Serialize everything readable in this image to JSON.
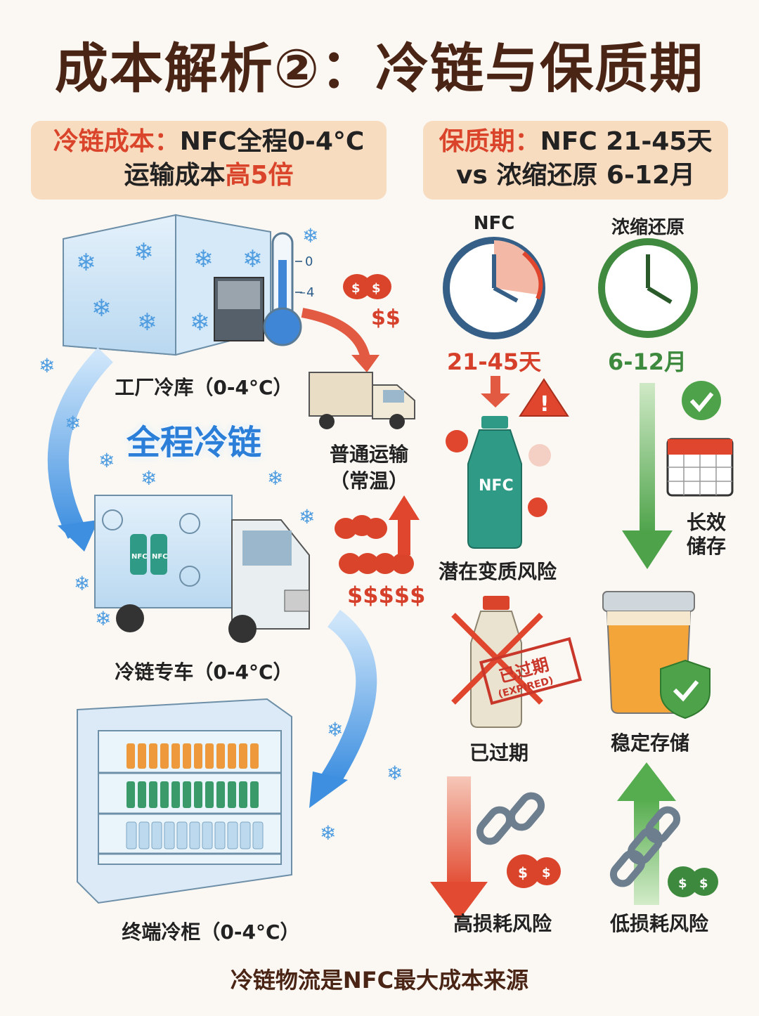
{
  "title": "成本解析②：冷链与保质期",
  "left_box": {
    "prefix": "冷链成本：",
    "line1_rest": "NFC全程0-4°C",
    "line2_plain": "运输成本",
    "line2_highlight": "高5倍"
  },
  "right_box": {
    "prefix": "保质期：",
    "line1_rest": "NFC 21-45天",
    "line2": "vs 浓缩还原 6-12月"
  },
  "left_flow": {
    "factory_label": "工厂冷库（0-4°C）",
    "thermo_ticks": [
      "0",
      "4"
    ],
    "cheap_cost": "$$",
    "normal_transport_label_1": "普通运输",
    "normal_transport_label_2": "（常温）",
    "full_cold_chain": "全程冷链",
    "truck_label": "冷链专车（0-4°C）",
    "expensive_cost": "$$$$$",
    "cabinet_label": "终端冷柜（0-4°C）",
    "bottle_text": "NFC"
  },
  "right_flow": {
    "nfc_heading": "NFC",
    "concentrate_heading": "浓缩还原",
    "nfc_shelf": "21-45天",
    "concentrate_shelf": "6-12月",
    "spoil_risk": "潜在变质风险",
    "long_storage_1": "长效",
    "long_storage_2": "储存",
    "expired_label": "已过期",
    "stamp_main": "已过期",
    "stamp_sub": "(EXPIRED)",
    "stable_storage": "稳定存储",
    "high_loss": "高损耗风险",
    "low_loss": "低损耗风险",
    "money_sign": "$"
  },
  "footer": "冷链物流是NFC最大成本来源",
  "colors": {
    "title": "#4a2414",
    "box": "#f8dcc0",
    "accent_red": "#d6402a",
    "accent_green": "#3d8a3e",
    "ice_blue": "#2c7fd8"
  }
}
